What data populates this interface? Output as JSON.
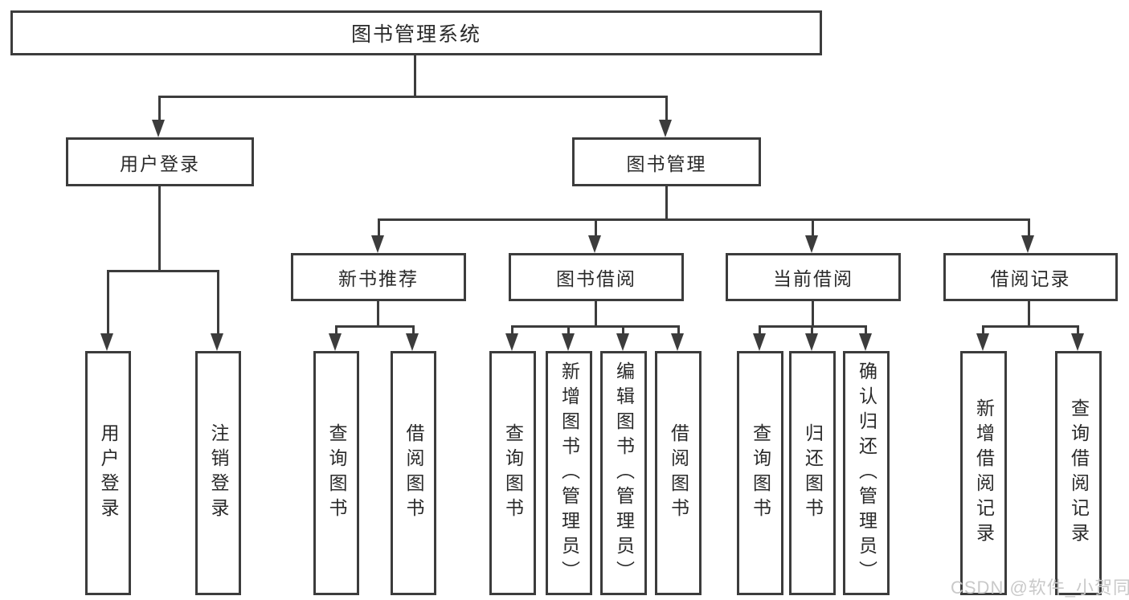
{
  "tree": {
    "root": {
      "label": "图书管理系统"
    },
    "level2": [
      {
        "label": "用户登录",
        "children": [
          {
            "label": "用户登录"
          },
          {
            "label": "注销登录"
          }
        ]
      },
      {
        "label": "图书管理",
        "children": [
          {
            "label": "新书推荐",
            "children": [
              {
                "label": "查询图书"
              },
              {
                "label": "借阅图书"
              }
            ]
          },
          {
            "label": "图书借阅",
            "children": [
              {
                "label": "查询图书"
              },
              {
                "label": "新增图书（管理员）"
              },
              {
                "label": "编辑图书（管理员）"
              },
              {
                "label": "借阅图书"
              }
            ]
          },
          {
            "label": "当前借阅",
            "children": [
              {
                "label": "查询图书"
              },
              {
                "label": "归还图书"
              },
              {
                "label": "确认归还（管理员）"
              }
            ]
          },
          {
            "label": "借阅记录",
            "children": [
              {
                "label": "新增借阅记录"
              },
              {
                "label": "查询借阅记录"
              }
            ]
          }
        ]
      }
    ]
  },
  "watermark": {
    "text": "CSDN @软件_小贺同学"
  },
  "colors": {
    "line": "#3c3c3c",
    "text": "#2a2a2a",
    "background": "#ffffff",
    "watermark": "#c9c9c9"
  }
}
